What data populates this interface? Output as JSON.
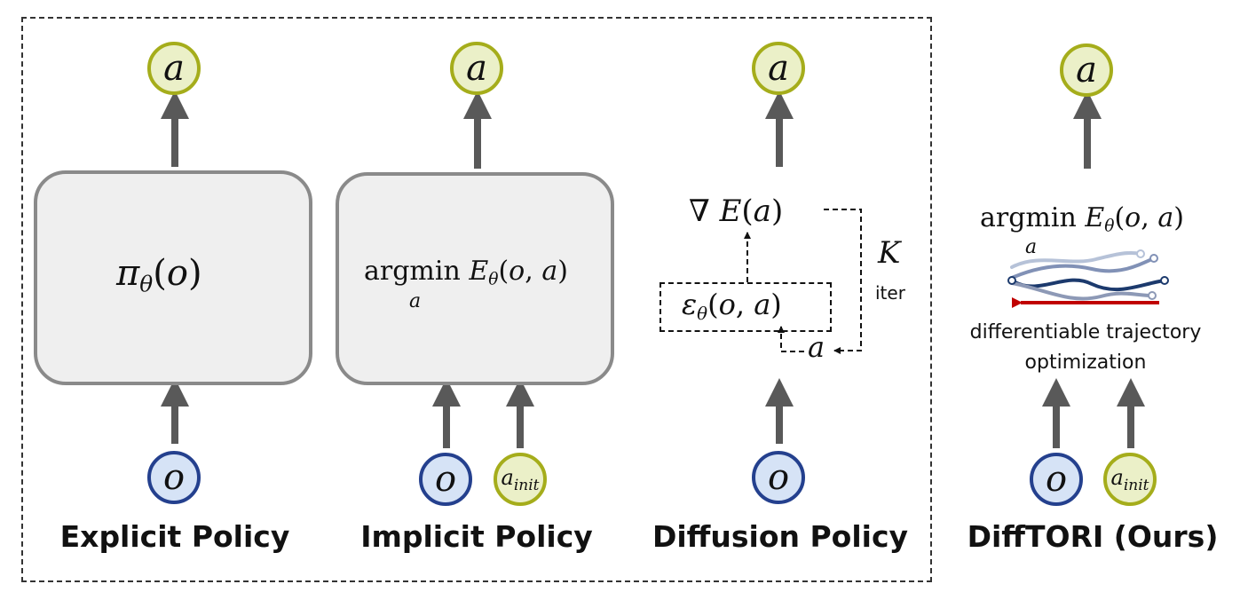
{
  "panels": {
    "explicit": {
      "caption": "Explicit Policy",
      "output": "a",
      "input_o": "o",
      "formula": "πθ(o)"
    },
    "implicit": {
      "caption": "Implicit Policy",
      "output": "a",
      "input_o": "o",
      "input_init": "ainit",
      "formula": "argmin Eθ(o, a)",
      "formula_sub": "a"
    },
    "diffusion": {
      "caption": "Diffusion Policy",
      "output": "a",
      "input_o": "o",
      "grad": "∇ E(a)",
      "eps": "εθ(o, a)",
      "loop_a": "a",
      "K": "K",
      "iter": "iter"
    },
    "difftori": {
      "caption": "DiffTORI (Ours)",
      "output": "a",
      "input_o": "o",
      "input_init": "ainit",
      "formula": "argmin Eθ(o, a)",
      "formula_sub": "a",
      "note_line1": "differentiable trajectory",
      "note_line2": "optimization"
    }
  },
  "colors": {
    "box_fill": "#efefef",
    "box_border": "#8a8a8a",
    "a_fill": "#ebf0c8",
    "a_border": "#a5ad1b",
    "o_fill": "#d6e3f6",
    "o_border": "#24408e",
    "arrow": "#595959",
    "red": "#c00000"
  },
  "icons": [
    "up-arrow",
    "trajectory-curves"
  ]
}
